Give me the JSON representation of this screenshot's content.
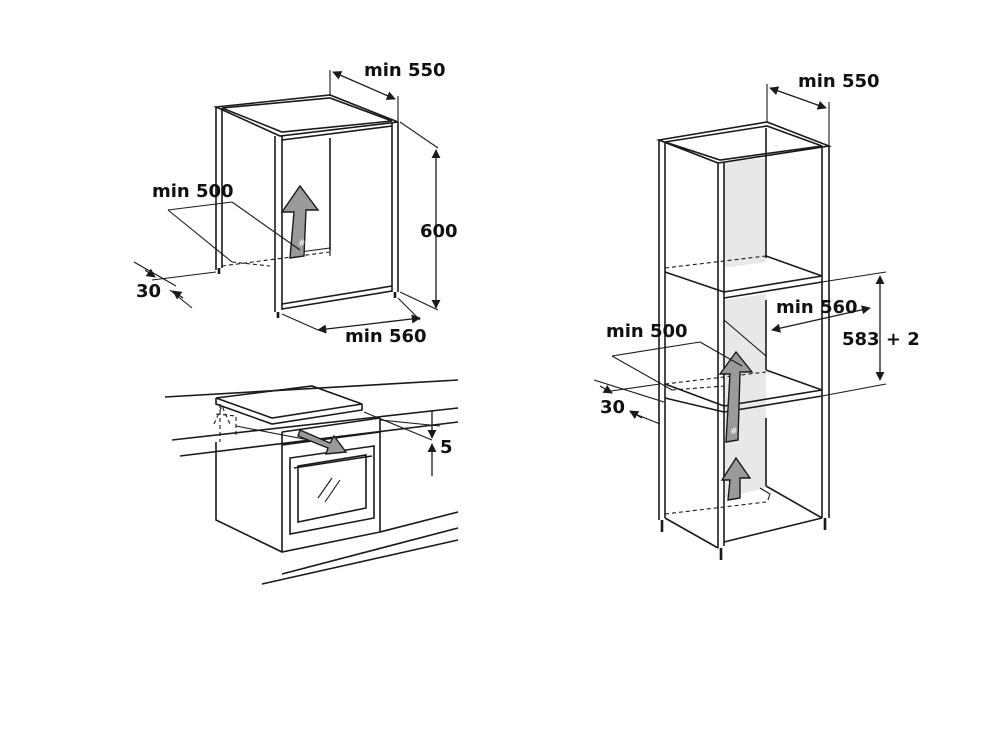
{
  "cabinet_under_counter": {
    "width_label": "min 550",
    "height_label": "600",
    "depth_label": "min 560",
    "opening_label": "min 500",
    "gap_label": "30"
  },
  "oven_installed": {
    "gap_label": "5"
  },
  "column_cabinet": {
    "width_label": "min 550",
    "depth_label": "min 560",
    "niche_height_label": "583 + 2",
    "opening_label": "min 500",
    "gap_label": "30"
  },
  "colors": {
    "line": "#1a1a1a",
    "arrow_fill": "#9a9a9a",
    "panel_shade": "#e8e8e8"
  }
}
